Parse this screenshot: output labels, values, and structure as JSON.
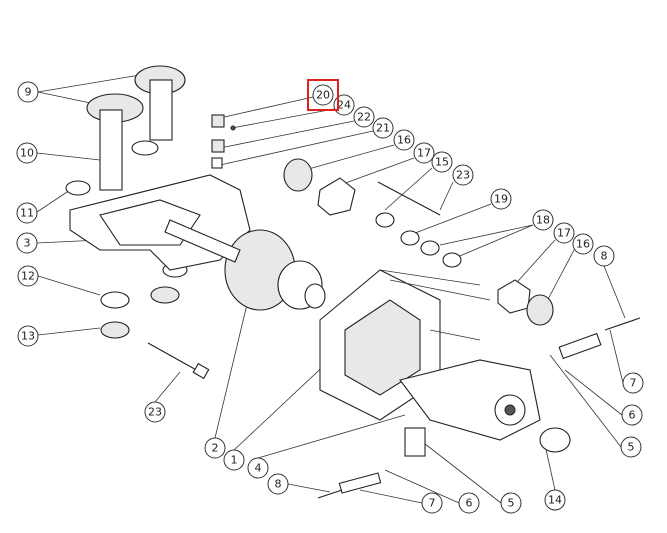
{
  "diagram": {
    "title": "Motor assembly exploded parts diagram",
    "highlight_color": "#e0201c",
    "highlighted_callout": "20",
    "callouts": {
      "c9": "9",
      "c10": "10",
      "c11": "11",
      "c3": "3",
      "c12": "12",
      "c13": "13",
      "c23a": "23",
      "c2": "2",
      "c1": "1",
      "c4": "4",
      "c8a": "8",
      "c7a": "7",
      "c6a": "6",
      "c5a": "5",
      "c14": "14",
      "c5b": "5",
      "c6b": "6",
      "c7b": "7",
      "c8b": "8",
      "c16b": "16",
      "c17b": "17",
      "c18": "18",
      "c19": "19",
      "c23b": "23",
      "c15": "15",
      "c17a": "17",
      "c16a": "16",
      "c21": "21",
      "c22": "22",
      "c24": "24",
      "c20": "20"
    }
  }
}
